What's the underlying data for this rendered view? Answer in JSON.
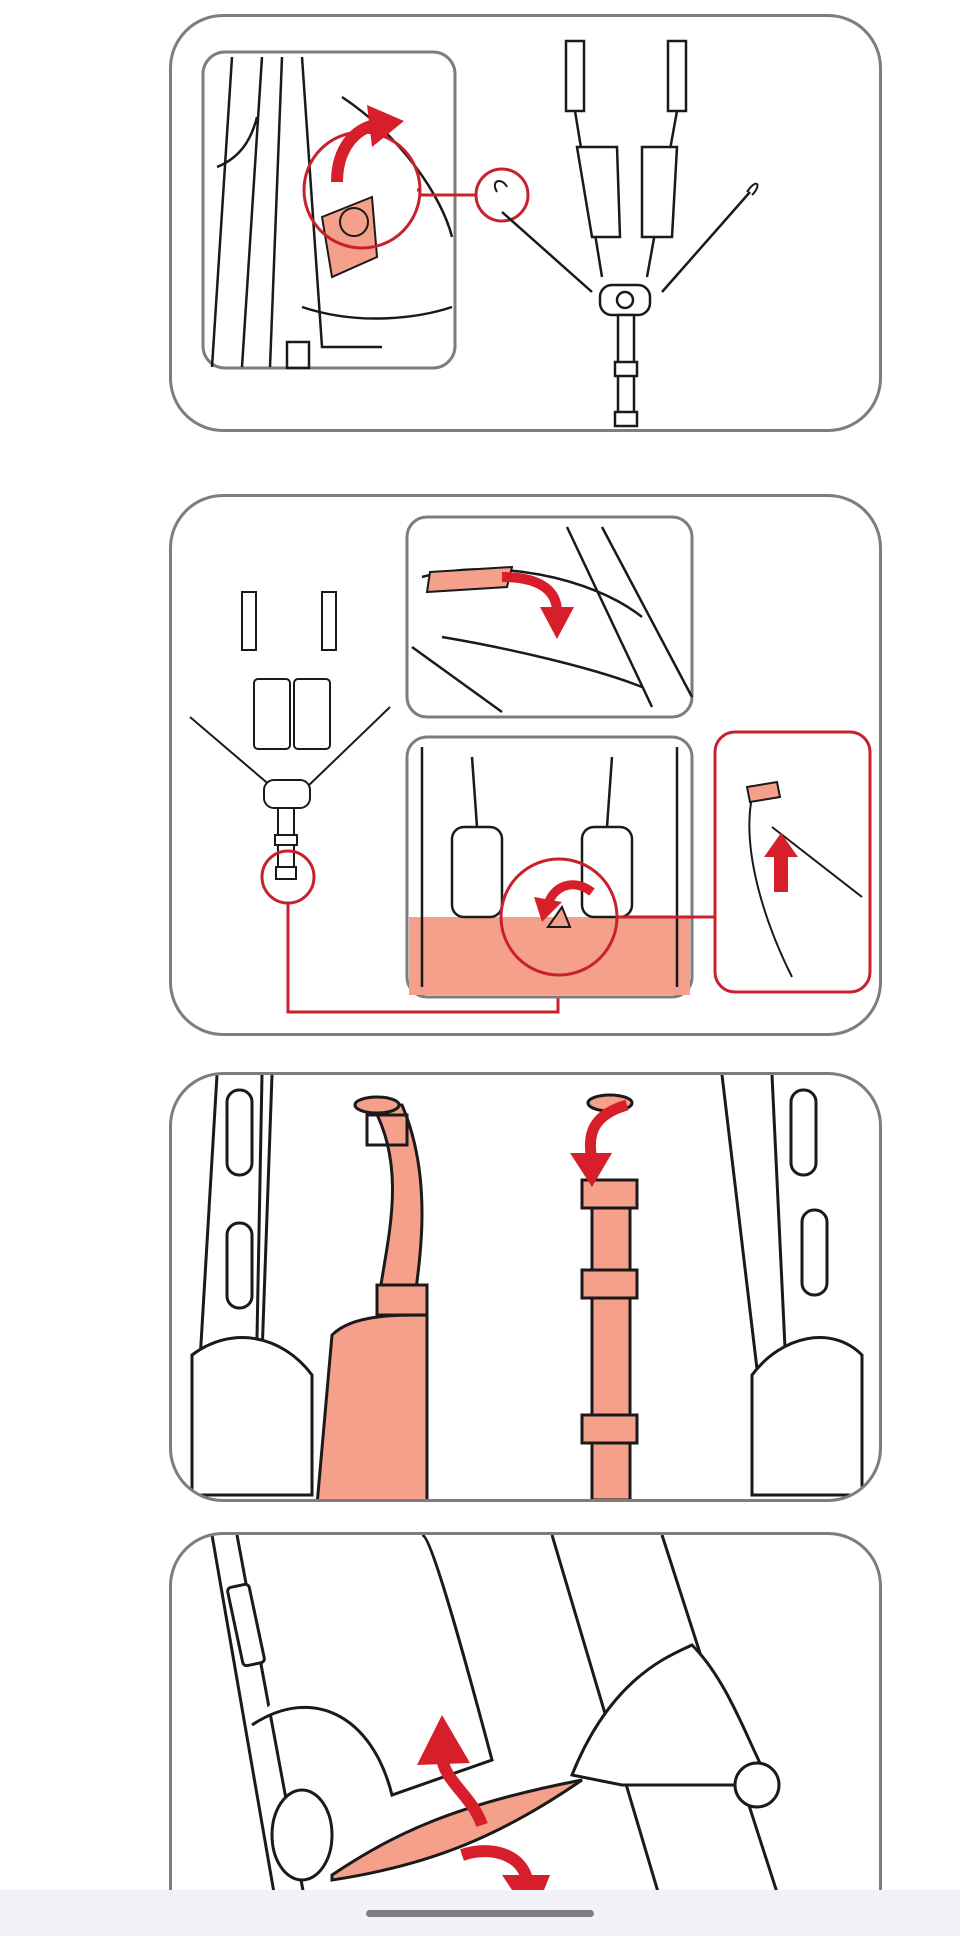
{
  "steps": [
    {
      "id": "step-1",
      "description": ""
    },
    {
      "id": "step-2",
      "description": ""
    },
    {
      "id": "step-3",
      "description": ""
    },
    {
      "id": "step-4",
      "description": ""
    }
  ],
  "colors": {
    "frame": "#7d7d7d",
    "line": "#1a1a1a",
    "accent_fill": "#f4a08a",
    "arrow_red": "#d71f2b",
    "callout_red": "#c8202d",
    "system_bar": "#f1f2f7",
    "gesture_pill": "#7e7e7e"
  },
  "icons": [
    "arrow-up-curved-icon",
    "arrow-down-curved-icon",
    "arrow-up-straight-icon",
    "arrow-left-curved-icon",
    "gesture-pill-icon"
  ]
}
